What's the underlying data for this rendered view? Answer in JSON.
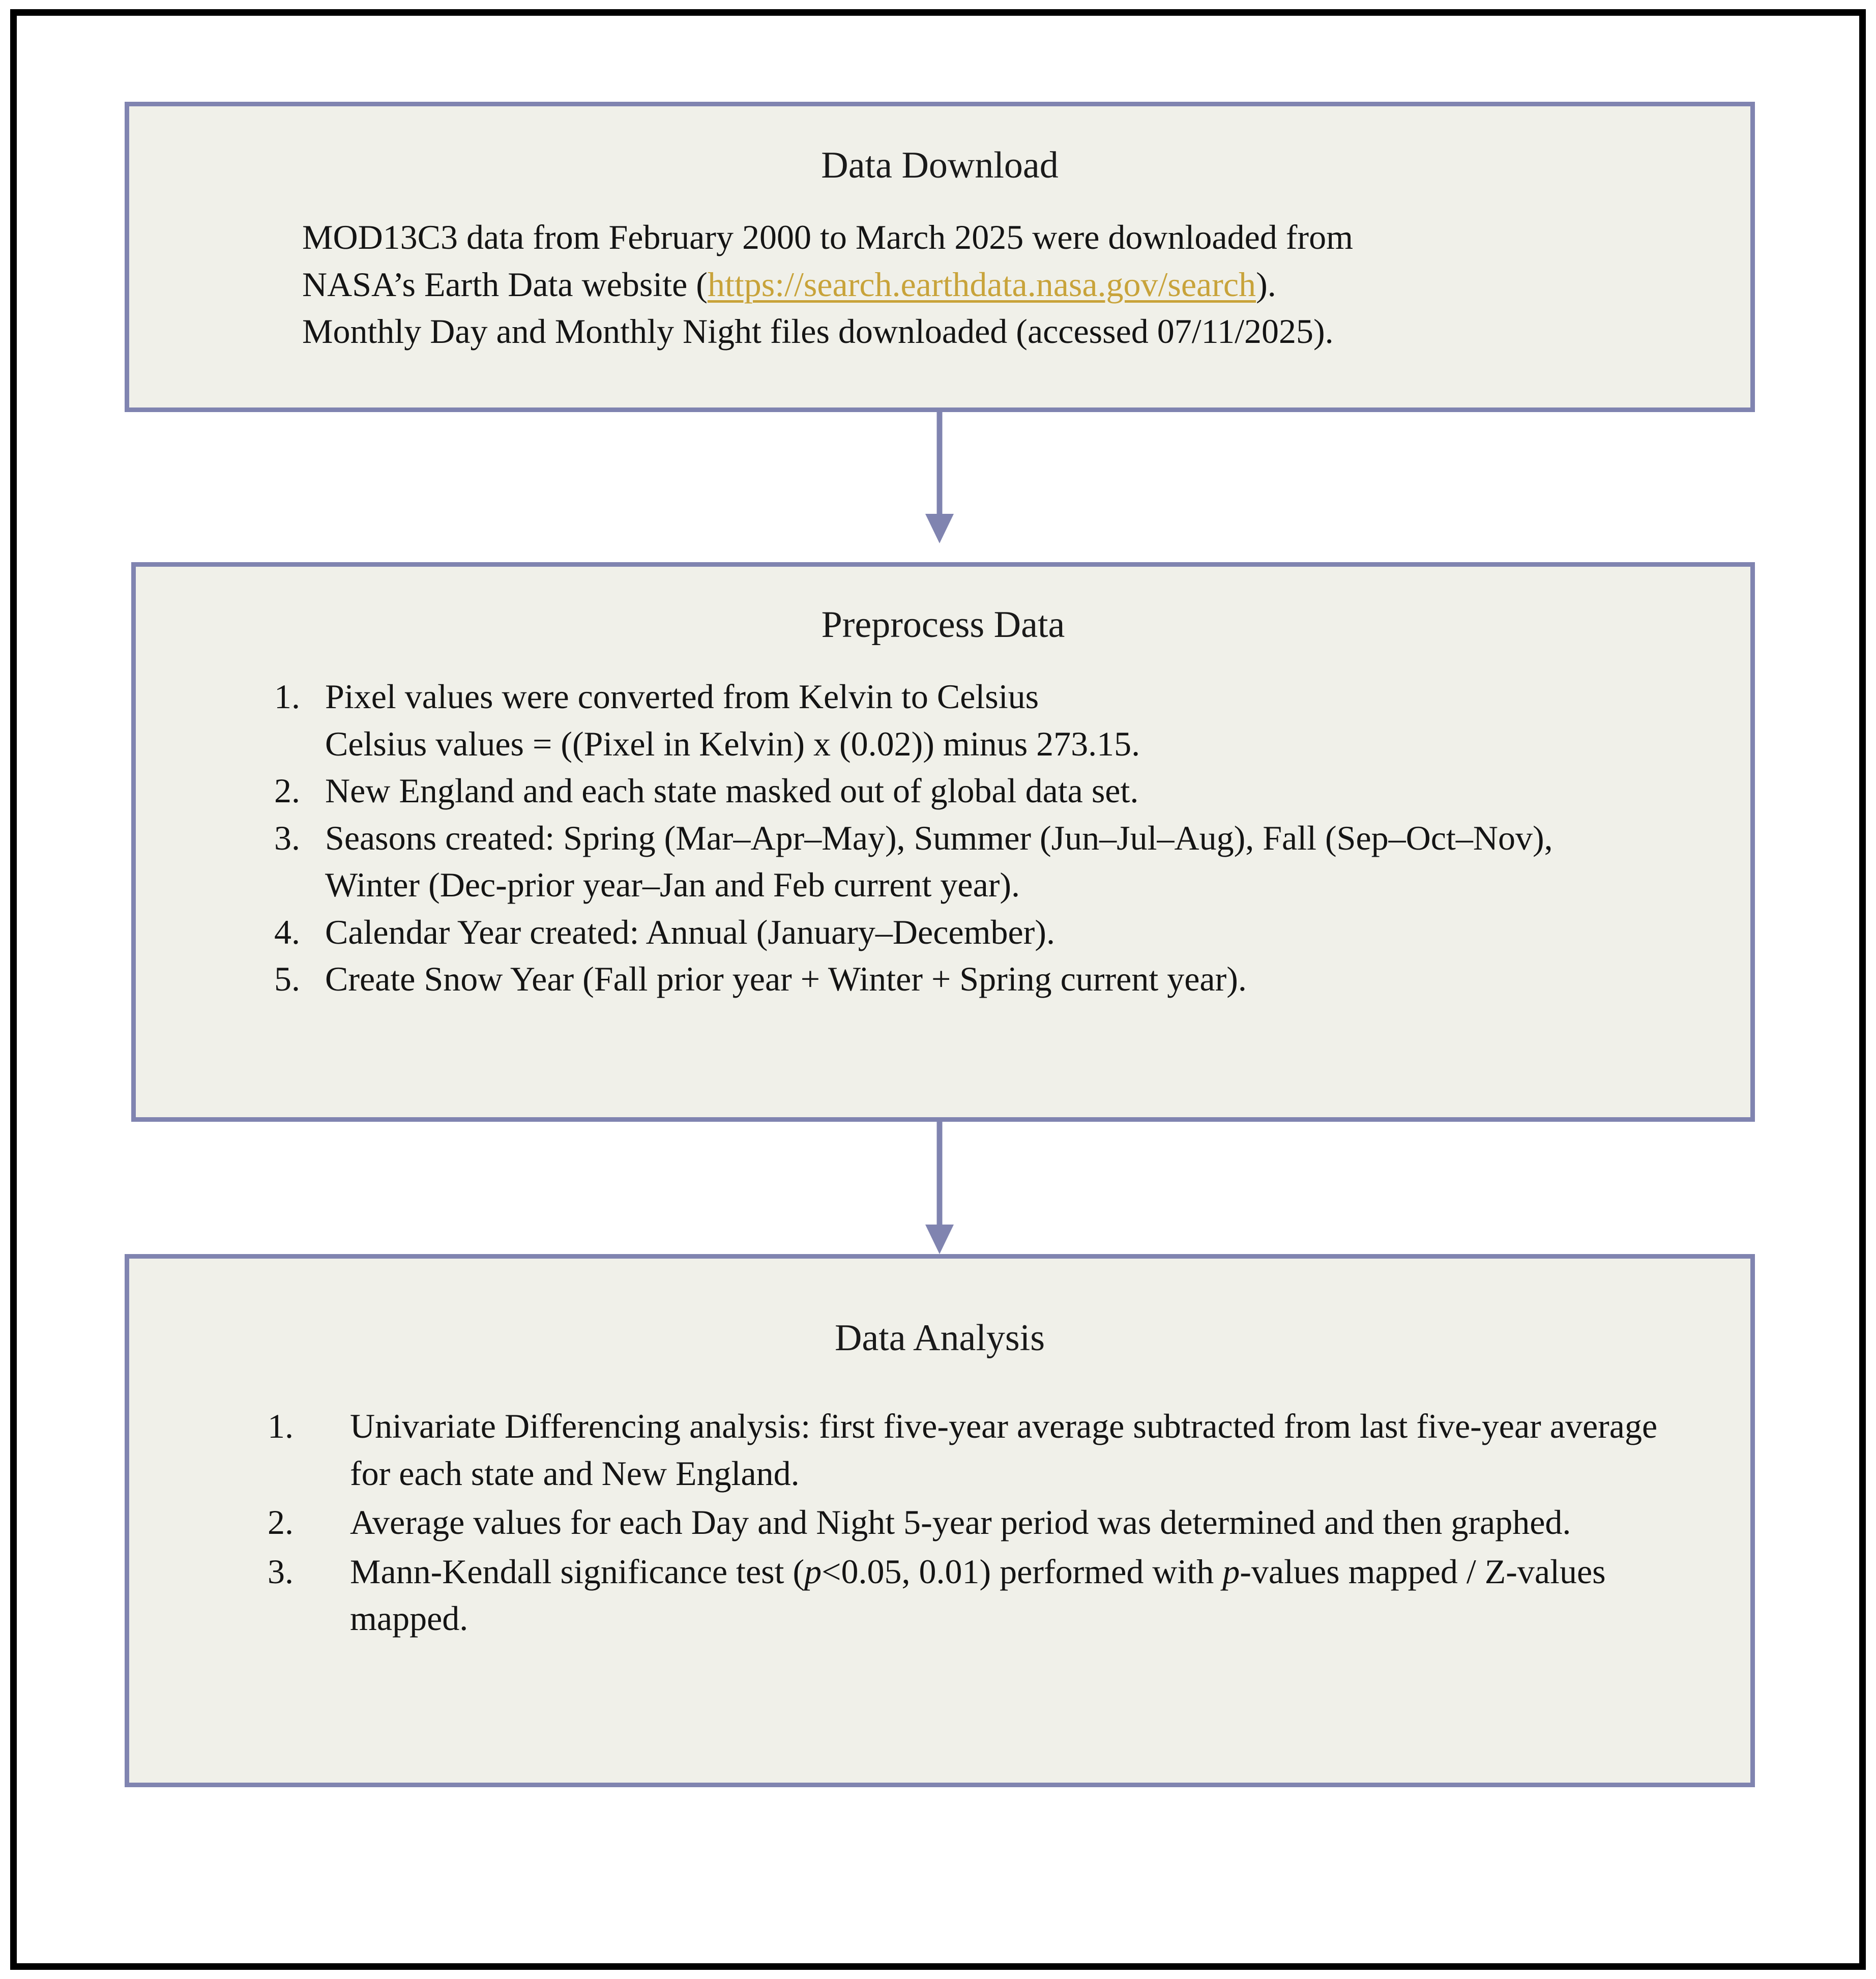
{
  "diagram": {
    "accent_color": "#8084b0",
    "node_fill": "#f0f0e9",
    "frame_color": "#000000",
    "link_color": "#c8a33a",
    "nodes": [
      {
        "id": "data-download",
        "title": "Data Download",
        "body": {
          "line1": "MOD13C3 data from February 2000 to March 2025 were downloaded from",
          "line2_prefix": "NASA’s Earth Data website  (",
          "link_text": "https://search.earthdata.nasa.gov/search",
          "line2_suffix": ").",
          "line3": "Monthly Day and Monthly Night files downloaded (accessed 07/11/2025)."
        }
      },
      {
        "id": "preprocess-data",
        "title": "Preprocess Data",
        "steps": [
          {
            "num": "1.",
            "text": "Pixel values were converted from Kelvin to Celsius",
            "sub": "Celsius values = ((Pixel in Kelvin) x (0.02)) minus 273.15."
          },
          {
            "num": "2.",
            "text": "New England and each state masked out of global data set."
          },
          {
            "num": "3.",
            "text": "Seasons created: Spring (Mar–Apr–May), Summer (Jun–Jul–Aug), Fall (Sep–Oct–Nov), Winter (Dec-prior year–Jan and Feb current year)."
          },
          {
            "num": "4.",
            "text": "Calendar Year created: Annual (January–December)."
          },
          {
            "num": "5.",
            "text": "Create Snow Year (Fall prior year + Winter + Spring current year)."
          }
        ]
      },
      {
        "id": "data-analysis",
        "title": "Data Analysis",
        "steps": [
          {
            "num": "1.",
            "text": "Univariate Differencing analysis: first five-year average subtracted from last five-year average for each state and New England."
          },
          {
            "num": "2.",
            "text": "Average values for each Day and Night 5-year period was determined and then graphed."
          },
          {
            "num": "3.",
            "text_parts": {
              "a": "Mann-Kendall significance test (",
              "p1": "p",
              "b": "<0.05, 0.01) performed with ",
              "p2": "p",
              "c": "-values mapped / Z-values mapped."
            }
          }
        ]
      }
    ],
    "connectors": [
      {
        "id": "arrow-download-to-preprocess",
        "from": "data-download",
        "to": "preprocess-data",
        "direction": "down"
      },
      {
        "id": "arrow-preprocess-to-analysis",
        "from": "preprocess-data",
        "to": "data-analysis",
        "direction": "down"
      }
    ]
  }
}
